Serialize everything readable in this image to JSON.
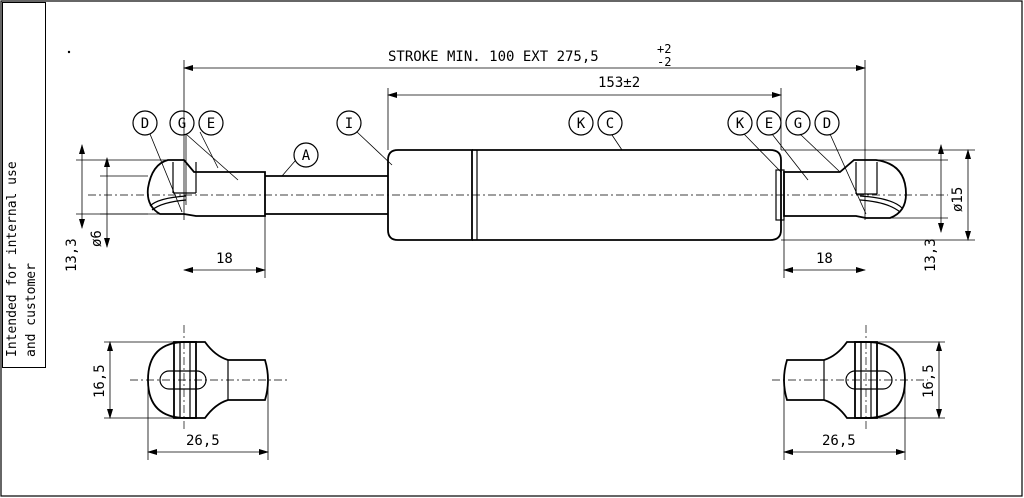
{
  "side_note": {
    "line1": "Intended for internal use",
    "line2": "and customer"
  },
  "dimensions": {
    "stroke": "STROKE MIN. 100 EXT 275,5",
    "stroke_tol_plus": "+2",
    "stroke_tol_minus": "-2",
    "body_length": "153±2",
    "left_eye_length": "18",
    "right_eye_length": "18",
    "left_height": "13,3",
    "right_height": "13,3",
    "rod_diameter": "ø6",
    "body_diameter": "ø15",
    "left_end_height": "16,5",
    "right_end_height": "16,5",
    "left_end_width": "26,5",
    "right_end_width": "26,5"
  },
  "callouts": {
    "left_d": "D",
    "left_g": "G",
    "left_e": "E",
    "rod_a": "A",
    "tube_i": "I",
    "body_k": "K",
    "body_c": "C",
    "right_k": "K",
    "right_e": "E",
    "right_g": "G",
    "right_d": "D"
  }
}
